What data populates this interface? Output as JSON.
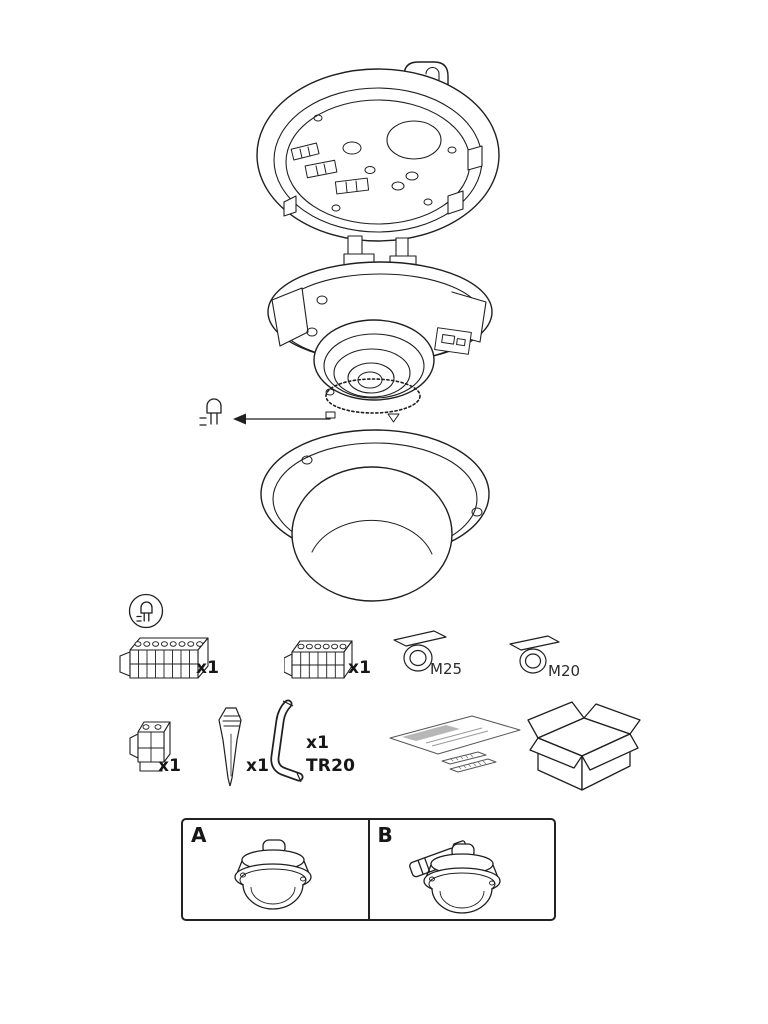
{
  "illustration": {
    "name": "dome-camera-exploded-view"
  },
  "accessories": {
    "row1": [
      {
        "name": "io-connector-block",
        "label": "x1"
      },
      {
        "name": "power-connector-block",
        "label": "x1"
      },
      {
        "name": "cable-gland-25",
        "label": "M25"
      },
      {
        "name": "cable-gland-20",
        "label": "M20"
      }
    ],
    "row2": [
      {
        "name": "two-pin-connector",
        "label": "x1"
      },
      {
        "name": "lens-tool",
        "label": "x1"
      },
      {
        "name": "torx-key",
        "label": "x1",
        "size": "TR20"
      }
    ]
  },
  "variants": [
    {
      "label": "A"
    },
    {
      "label": "B"
    }
  ]
}
